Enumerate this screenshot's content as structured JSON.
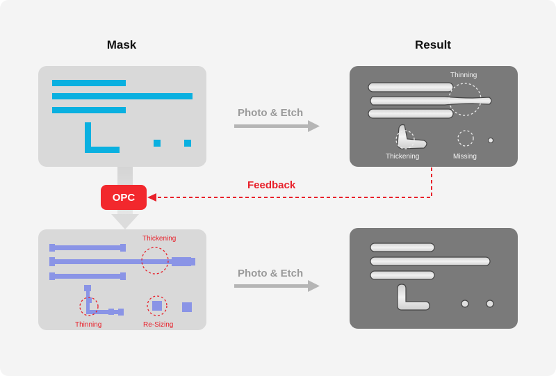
{
  "headers": {
    "mask": "Mask",
    "result": "Result"
  },
  "arrows": {
    "top_label": "Photo & Etch",
    "bottom_label": "Photo & Etch"
  },
  "opc": {
    "label": "OPC"
  },
  "feedback": {
    "label": "Feedback"
  },
  "result_annotations": {
    "thinning": "Thinning",
    "thickening": "Thickening",
    "missing": "Missing"
  },
  "opc_annotations": {
    "thickening": "Thickening",
    "thinning": "Thinning",
    "resizing": "Re-Sizing"
  },
  "colors": {
    "mask_pattern": "#0ab0e0",
    "opc_pattern": "#8a94e6",
    "accent_red": "#e8202a",
    "arrow_gray": "#b5b5b5"
  }
}
